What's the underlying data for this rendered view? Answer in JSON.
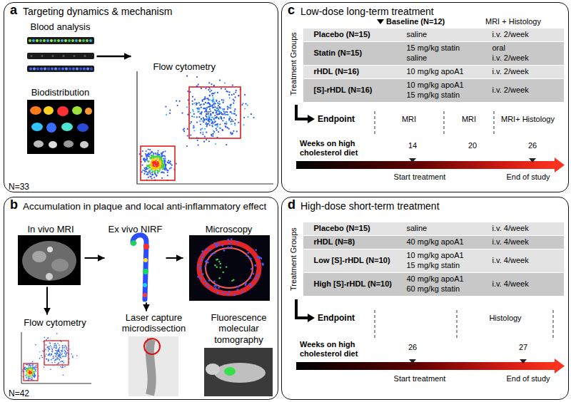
{
  "diagram": {
    "nodes": [
      {
        "text": [
          "a",
          "Targeting dynamics & mechanism"
        ]
      },
      {
        "text": [
          "Blood analysis"
        ],
        "in": 0
      },
      {
        "text": [
          "Biodistribution"
        ],
        "in": 0
      },
      {
        "text": [
          "Flow cytometry"
        ],
        "in": 0
      },
      {
        "text": [
          "b",
          "Accumulation in plaque and local anti-inflammatory effect"
        ]
      },
      {
        "text": [
          "In vivo MRI"
        ],
        "in": 4
      },
      {
        "text": [
          "Ex vivo NIRF"
        ],
        "in": 4
      },
      {
        "text": [
          "Microscopy"
        ],
        "in": 4
      },
      {
        "text": [
          "Flow cytometry"
        ],
        "in": 4
      },
      {
        "text": [
          "Laser capture microdissection"
        ],
        "in": 4
      },
      {
        "text": [
          "Fluorescence molecular tomography"
        ],
        "in": 4
      },
      {
        "text": [
          "c",
          "Low-dose long-term treatment"
        ]
      },
      {
        "text": [
          "Placebo (N=15)",
          "saline",
          "i.v. 2/week"
        ],
        "in": 11
      },
      {
        "text": [
          "Statin (N=15)",
          "15 mg/kg statin",
          "saline",
          "oral",
          "i.v. 2/week"
        ],
        "in": 11
      },
      {
        "text": [
          "rHDL (N=16)",
          "10 mg/kg apoA1",
          "i.v. 2/week"
        ],
        "in": 11
      },
      {
        "text": [
          "[S]-rHDL (N=16)",
          "10 mg/kg apoA1",
          "15 mg/kg statin",
          "i.v. 2/week"
        ],
        "in": 11
      },
      {
        "text": [
          "d",
          "High-dose short-term treatment"
        ]
      },
      {
        "text": [
          "Placebo (N=15)",
          "saline",
          "i.v. 4/week"
        ],
        "in": 16
      },
      {
        "text": [
          "rHDL (N=8)",
          "40 mg/kg apoA1",
          "i.v. 4/week"
        ],
        "in": 16
      },
      {
        "text": [
          "Low [S]-rHDL (N=10)",
          "10 mg/kg apoA1",
          "15 mg/kg statin",
          "i.v. 4/week"
        ],
        "in": 16
      },
      {
        "text": [
          "High [S]-rHDL (N=10)",
          "40 mg/kg apoA1",
          "60 mg/kg statin",
          "i.v. 4/week"
        ],
        "in": 16
      }
    ],
    "edges": [
      {
        "from": 1,
        "to": 3,
        "arrow": "to"
      },
      {
        "from": 5,
        "to": 6,
        "arrow": "to"
      },
      {
        "from": 6,
        "to": 7,
        "arrow": "to"
      },
      {
        "from": 5,
        "to": 8,
        "arrow": "to"
      },
      {
        "from": 6,
        "to": 9,
        "arrow": "to"
      }
    ],
    "labels": [
      "N=33",
      "N=42",
      "Baseline (N=12)",
      "MRI + Histology",
      "Treatment Groups",
      "Endpoint",
      "MRI",
      "MRI",
      "MRI+ Histology",
      "Weeks on high cholesterol diet",
      "14",
      "20",
      "26",
      "Start treatment",
      "End of study",
      "Treatment Groups",
      "Endpoint",
      "Histology",
      "Weeks on high cholesterol diet",
      "26",
      "27",
      "Start treatment",
      "End of study"
    ]
  }
}
